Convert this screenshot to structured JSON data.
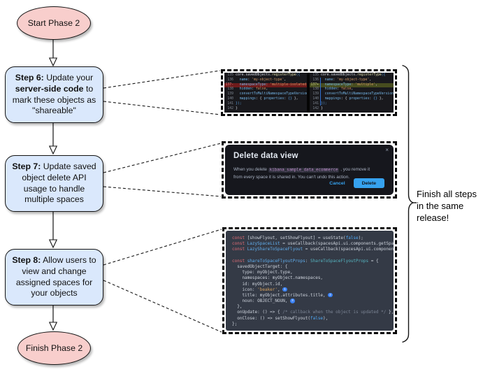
{
  "flowchart": {
    "start_label": "Start Phase 2",
    "finish_label": "Finish Phase 2",
    "steps": [
      {
        "segments": [
          {
            "t": "Step 6:",
            "b": true
          },
          {
            "t": " Update your ",
            "b": false
          },
          {
            "t": "server-side code",
            "b": true
          },
          {
            "t": " to mark these objects as \"shareable\"",
            "b": false
          }
        ]
      },
      {
        "segments": [
          {
            "t": "Step 7:",
            "b": true
          },
          {
            "t": " Update saved object delete API usage to handle multiple spaces",
            "b": false
          }
        ]
      },
      {
        "segments": [
          {
            "t": "Step 8:",
            "b": true
          },
          {
            "t": " Allow users to view and change assigned spaces for your objects",
            "b": false
          }
        ]
      }
    ],
    "brace_note": "Finish all steps in the same release!"
  },
  "colors": {
    "step_box_fill": "#dae8fc",
    "terminal_fill": "#f8cecc",
    "primary_button_blue": "#36a2ef",
    "diff_removed_bg": "#6e1b1b",
    "diff_added_bg": "#474d1f",
    "code_block_bg": "#343a46",
    "modal_bg": "#16171d"
  },
  "diff_screenshot": {
    "panels": [
      {
        "side": "old",
        "lines": [
          {
            "num": "135",
            "tokens": [
              {
                "t": "core.savedObjects.",
                "c": "pl"
              },
              {
                "t": "registerType",
                "c": "fn"
              },
              {
                "t": "({",
                "c": "bl"
              }
            ]
          },
          {
            "num": "136",
            "tokens": [
              {
                "t": "  ",
                "c": "pl"
              },
              {
                "t": "name",
                "c": "key"
              },
              {
                "t": ": ",
                "c": "pl"
              },
              {
                "t": "'my-object-type'",
                "c": "str"
              },
              {
                "t": ",",
                "c": "pl"
              }
            ]
          },
          {
            "num": "137-",
            "cls": "del",
            "tokens": [
              {
                "t": "  ",
                "c": "pl"
              },
              {
                "t": "namespaceType",
                "c": "key"
              },
              {
                "t": ": ",
                "c": "pl"
              },
              {
                "t": "'multiple-isolated'",
                "c": "str"
              },
              {
                "t": ",",
                "c": "pl"
              }
            ]
          },
          {
            "num": "138",
            "tokens": [
              {
                "t": "  ",
                "c": "pl"
              },
              {
                "t": "hidden",
                "c": "key"
              },
              {
                "t": ": ",
                "c": "pl"
              },
              {
                "t": "false",
                "c": "bool"
              },
              {
                "t": ",",
                "c": "pl"
              }
            ]
          },
          {
            "num": "139",
            "tokens": [
              {
                "t": "  ",
                "c": "pl"
              },
              {
                "t": "convertToMultiNamespaceTypeVersion",
                "c": "key"
              },
              {
                "t": ": ",
                "c": "pl"
              },
              {
                "t": "'",
                "c": "str"
              }
            ]
          },
          {
            "num": "140",
            "tokens": [
              {
                "t": "  ",
                "c": "pl"
              },
              {
                "t": "mappings",
                "c": "key"
              },
              {
                "t": ": { ",
                "c": "pl"
              },
              {
                "t": "properties",
                "c": "key"
              },
              {
                "t": ": ",
                "c": "pl"
              },
              {
                "t": "{}",
                "c": "bl"
              },
              {
                "t": " },",
                "c": "pl"
              }
            ]
          },
          {
            "num": "141",
            "tokens": [
              {
                "t": "});",
                "c": "bl"
              }
            ]
          },
          {
            "num": "142",
            "tokens": [
              {
                "t": "}",
                "c": "pl"
              }
            ]
          }
        ]
      },
      {
        "side": "new",
        "lines": [
          {
            "num": "135",
            "tokens": [
              {
                "t": "core.savedObjects.",
                "c": "pl"
              },
              {
                "t": "registerType",
                "c": "fn"
              },
              {
                "t": "({",
                "c": "bl"
              }
            ]
          },
          {
            "num": "136",
            "tokens": [
              {
                "t": "  ",
                "c": "pl"
              },
              {
                "t": "name",
                "c": "key"
              },
              {
                "t": ": ",
                "c": "pl"
              },
              {
                "t": "'my-object-type'",
                "c": "str"
              },
              {
                "t": ",",
                "c": "pl"
              }
            ]
          },
          {
            "num": "137+",
            "cls": "add",
            "tokens": [
              {
                "t": "  ",
                "c": "pl"
              },
              {
                "t": "namespaceType",
                "c": "key"
              },
              {
                "t": ": ",
                "c": "pl"
              },
              {
                "t": "'multiple'",
                "c": "str"
              },
              {
                "t": ",",
                "c": "pl"
              }
            ]
          },
          {
            "num": "138",
            "tokens": [
              {
                "t": "  ",
                "c": "pl"
              },
              {
                "t": "hidden",
                "c": "key"
              },
              {
                "t": ": ",
                "c": "pl"
              },
              {
                "t": "false",
                "c": "bool"
              },
              {
                "t": ",",
                "c": "pl"
              }
            ]
          },
          {
            "num": "139",
            "tokens": [
              {
                "t": "  ",
                "c": "pl"
              },
              {
                "t": "convertToMultiNamespaceTypeVersion",
                "c": "key"
              },
              {
                "t": ": ",
                "c": "pl"
              },
              {
                "t": "'",
                "c": "str"
              }
            ]
          },
          {
            "num": "140",
            "tokens": [
              {
                "t": "  ",
                "c": "pl"
              },
              {
                "t": "mappings",
                "c": "key"
              },
              {
                "t": ": { ",
                "c": "pl"
              },
              {
                "t": "properties",
                "c": "key"
              },
              {
                "t": ": ",
                "c": "pl"
              },
              {
                "t": "{}",
                "c": "bl"
              },
              {
                "t": " },",
                "c": "pl"
              }
            ]
          },
          {
            "num": "141",
            "tokens": [
              {
                "t": "});",
                "c": "bl"
              }
            ]
          },
          {
            "num": "142",
            "tokens": [
              {
                "t": "}",
                "c": "pl"
              }
            ]
          }
        ]
      }
    ]
  },
  "modal_screenshot": {
    "title": "Delete data view",
    "close_icon": "×",
    "body_prefix": "When you delete ",
    "body_code": "kibana_sample_data_ecommerce",
    "body_suffix": " , you remove it from every space it is shared in. You can't undo this action.",
    "cancel_label": "Cancel",
    "delete_label": "Delete"
  },
  "code_screenshot": {
    "lines": [
      {
        "tokens": [
          {
            "t": "const ",
            "c": "kw"
          },
          {
            "t": "[showFlyout, setShowFlyout] = useState(",
            "c": "pl"
          },
          {
            "t": "false",
            "c": "bool2"
          },
          {
            "t": ");",
            "c": "pl"
          }
        ]
      },
      {
        "tokens": [
          {
            "t": "const ",
            "c": "kw"
          },
          {
            "t": "LazySpaceList",
            "c": "var"
          },
          {
            "t": " = useCallback(spacesApi.ui.components.getSpaceLis",
            "c": "pl"
          }
        ]
      },
      {
        "tokens": [
          {
            "t": "const ",
            "c": "kw"
          },
          {
            "t": "LazyShareToSpaceFlyout",
            "c": "var"
          },
          {
            "t": " = useCallback(spacesApi.ui.components.ge",
            "c": "pl"
          }
        ]
      },
      {
        "tokens": [
          {
            "t": " ",
            "c": "pl"
          }
        ]
      },
      {
        "tokens": [
          {
            "t": "const ",
            "c": "kw"
          },
          {
            "t": "shareToSpaceFlyoutProps",
            "c": "var"
          },
          {
            "t": ": ",
            "c": "pl"
          },
          {
            "t": "ShareToSpaceFlyoutProps",
            "c": "type"
          },
          {
            "t": " = {",
            "c": "pl"
          }
        ]
      },
      {
        "tokens": [
          {
            "t": "  savedObjectTarget: {",
            "c": "pl"
          }
        ]
      },
      {
        "tokens": [
          {
            "t": "    type: myObject.type,",
            "c": "pl"
          }
        ]
      },
      {
        "tokens": [
          {
            "t": "    namespaces: myObject.namespaces,",
            "c": "pl"
          }
        ]
      },
      {
        "tokens": [
          {
            "t": "    id: myObject.id,",
            "c": "pl"
          }
        ]
      },
      {
        "tokens": [
          {
            "t": "    icon: ",
            "c": "pl"
          },
          {
            "t": "'beaker'",
            "c": "str2"
          },
          {
            "t": ", ",
            "c": "pl"
          },
          {
            "badge": "1"
          }
        ]
      },
      {
        "tokens": [
          {
            "t": "    title: myObject.attributes.title, ",
            "c": "pl"
          },
          {
            "badge": "2"
          }
        ]
      },
      {
        "tokens": [
          {
            "t": "    noun: OBJECT_NOUN, ",
            "c": "pl"
          },
          {
            "badge": "3"
          }
        ]
      },
      {
        "tokens": [
          {
            "t": "  },",
            "c": "pl"
          }
        ]
      },
      {
        "tokens": [
          {
            "t": "  onUpdate: () => { ",
            "c": "pl"
          },
          {
            "t": "/* callback when the object is updated */",
            "c": "cm"
          },
          {
            "t": " },",
            "c": "pl"
          }
        ]
      },
      {
        "tokens": [
          {
            "t": "  onClose: () => setShowFlyout(",
            "c": "pl"
          },
          {
            "t": "false",
            "c": "bool2"
          },
          {
            "t": "),",
            "c": "pl"
          }
        ]
      },
      {
        "tokens": [
          {
            "t": "};",
            "c": "pl"
          }
        ]
      }
    ]
  }
}
